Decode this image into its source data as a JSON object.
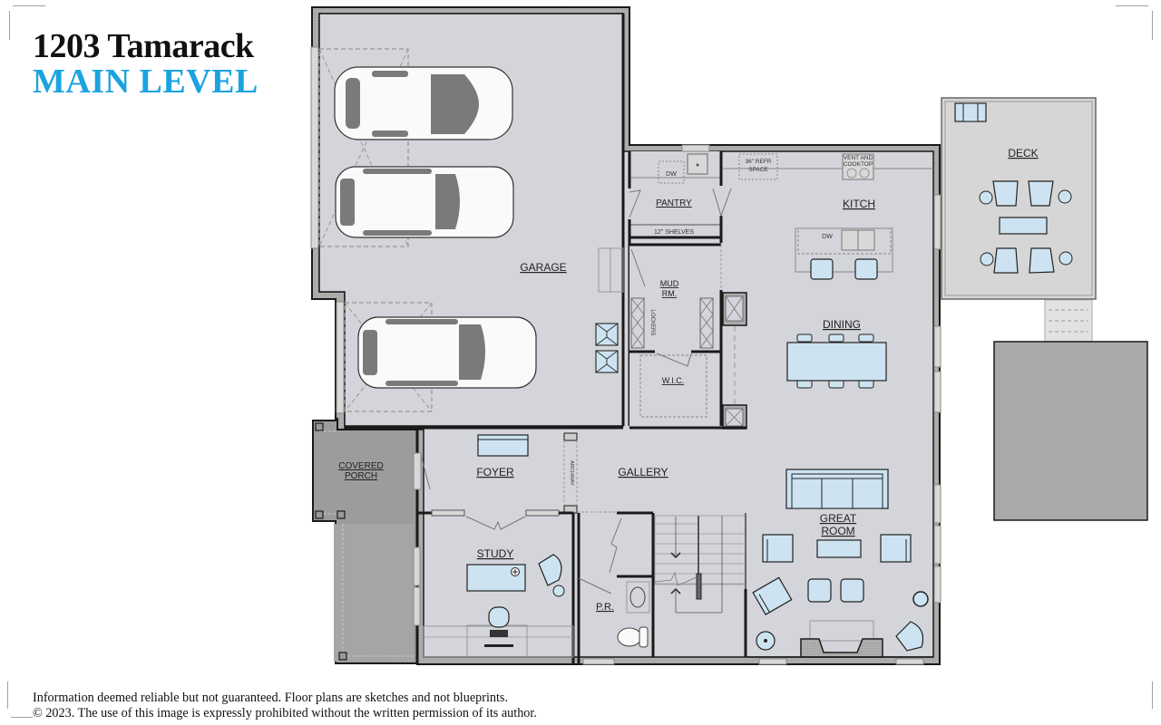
{
  "header": {
    "address": "1203 Tamarack",
    "level": "MAIN LEVEL"
  },
  "colors": {
    "accent_blue": "#1ba3e0",
    "floor_fill": "#d4d5da",
    "wall_fill": "#a8a8a8",
    "wall_outline": "#1a1a1a",
    "furniture_fill": "#cde3f2",
    "porch_fill": "#9c9c9c",
    "patio_fill": "#a9a9a9",
    "deck_fill": "#d6d6d6"
  },
  "rooms": {
    "garage": "GARAGE",
    "pantry": "PANTRY",
    "kitchen": "KITCH",
    "deck": "DECK",
    "mud_room_line1": "MUD",
    "mud_room_line2": "RM.",
    "wic": "W.I.C.",
    "dining": "DINING",
    "covered_porch_line1": "COVERED",
    "covered_porch_line2": "PORCH",
    "foyer": "FOYER",
    "gallery": "GALLERY",
    "great_room_line1": "GREAT",
    "great_room_line2": "ROOM",
    "study": "STUDY",
    "powder_room": "P.R."
  },
  "annotations": {
    "pantry_dw": "DW",
    "pantry_shelves": "12\" SHELVES",
    "refr_line1": "36\" REFR",
    "refr_line2": "SPACE",
    "vent_line1": "VENT AND",
    "vent_line2": "COOKTOP",
    "island_dw": "DW",
    "lockers": "LOCKERS",
    "archway": "ARCHWAY"
  },
  "footer": {
    "line1": "Information deemed reliable but not guaranteed. Floor plans are sketches and not blueprints.",
    "line2": "© 2023. The use of  this image is expressly prohibited without the written permission of its author."
  }
}
